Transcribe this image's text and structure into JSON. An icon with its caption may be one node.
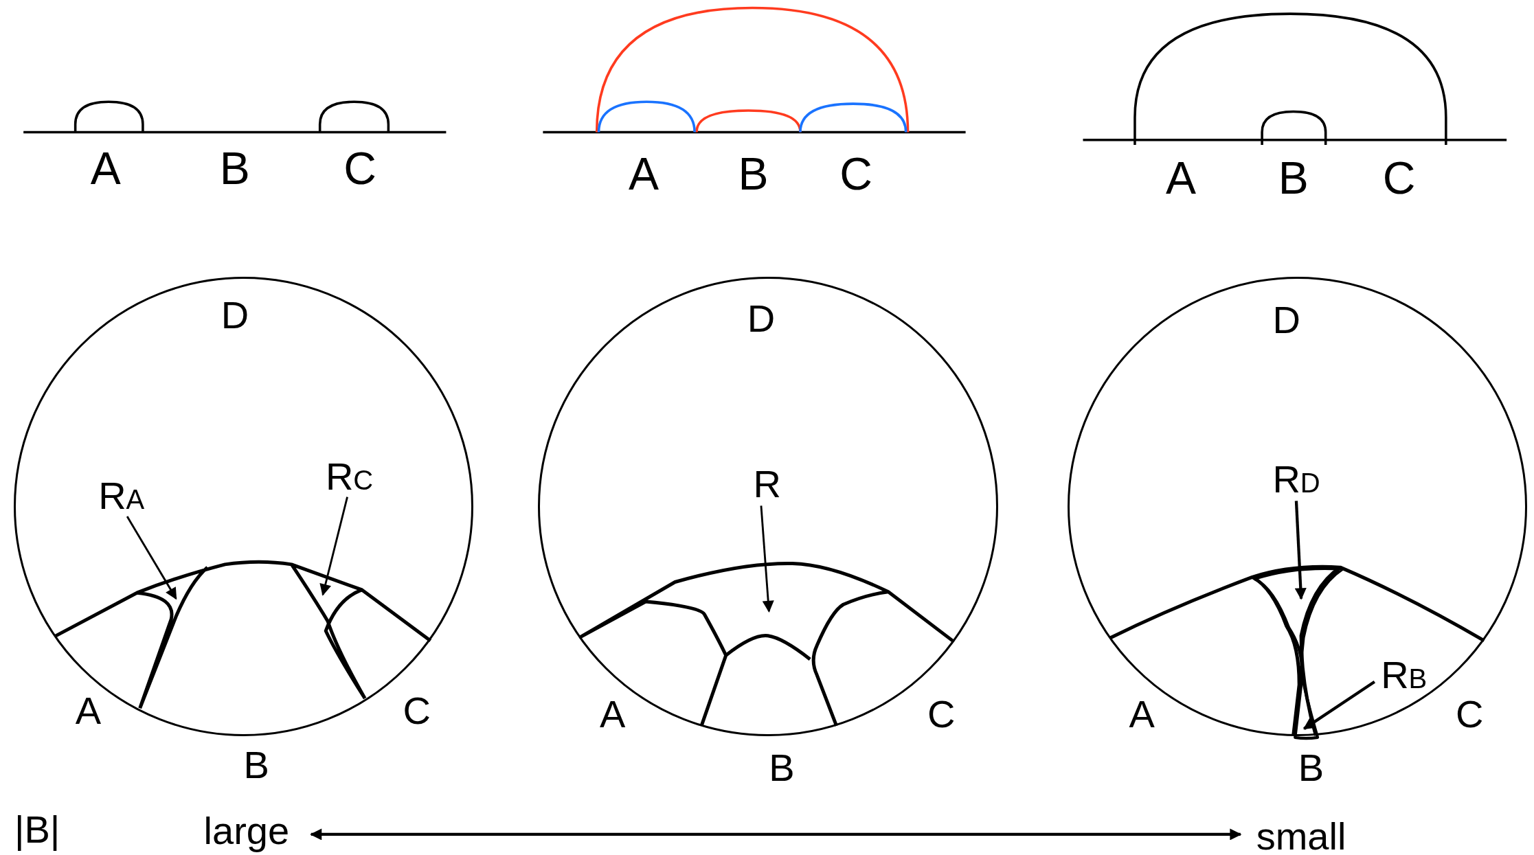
{
  "diagram": {
    "nodes": [
      {
        "text": [
          "D"
        ],
        "beside": [
          "A",
          "B",
          "C"
        ]
      },
      {
        "text": [
          "R$_{A}$"
        ],
        "in": 0
      },
      {
        "text": [
          "R$_{C}$"
        ],
        "in": 0
      },
      {
        "text": [
          "D"
        ],
        "beside": [
          "A",
          "B",
          "C"
        ]
      },
      {
        "text": [
          "R"
        ],
        "in": 3
      },
      {
        "text": [
          "D"
        ],
        "beside": [
          "A",
          "B",
          "C"
        ]
      },
      {
        "text": [
          "R$_{D}$"
        ],
        "in": 5
      },
      {
        "text": [
          "R$_{B}$"
        ],
        "in": 5
      },
      {
        "text": [
          "large"
        ]
      },
      {
        "text": [
          "small"
        ]
      },
      {
        "text": [],
        "shape": "region",
        "in": 5
      },
      {
        "text": [],
        "shape": "region",
        "in": 5
      }
    ],
    "edges": [
      {
        "from": 1,
        "to": null,
        "arrow": "to"
      },
      {
        "from": 2,
        "to": null,
        "arrow": "to"
      },
      {
        "from": 4,
        "to": null,
        "arrow": "to"
      },
      {
        "from": 6,
        "to": 10,
        "arrow": "to"
      },
      {
        "from": 7,
        "to": 11,
        "arrow": "to"
      },
      {
        "from": 8,
        "to": 9,
        "arrow": "both"
      }
    ],
    "labels": [
      "A",
      "B",
      "C",
      "A",
      "B",
      "C",
      "A",
      "B",
      "C",
      "|B|"
    ]
  }
}
